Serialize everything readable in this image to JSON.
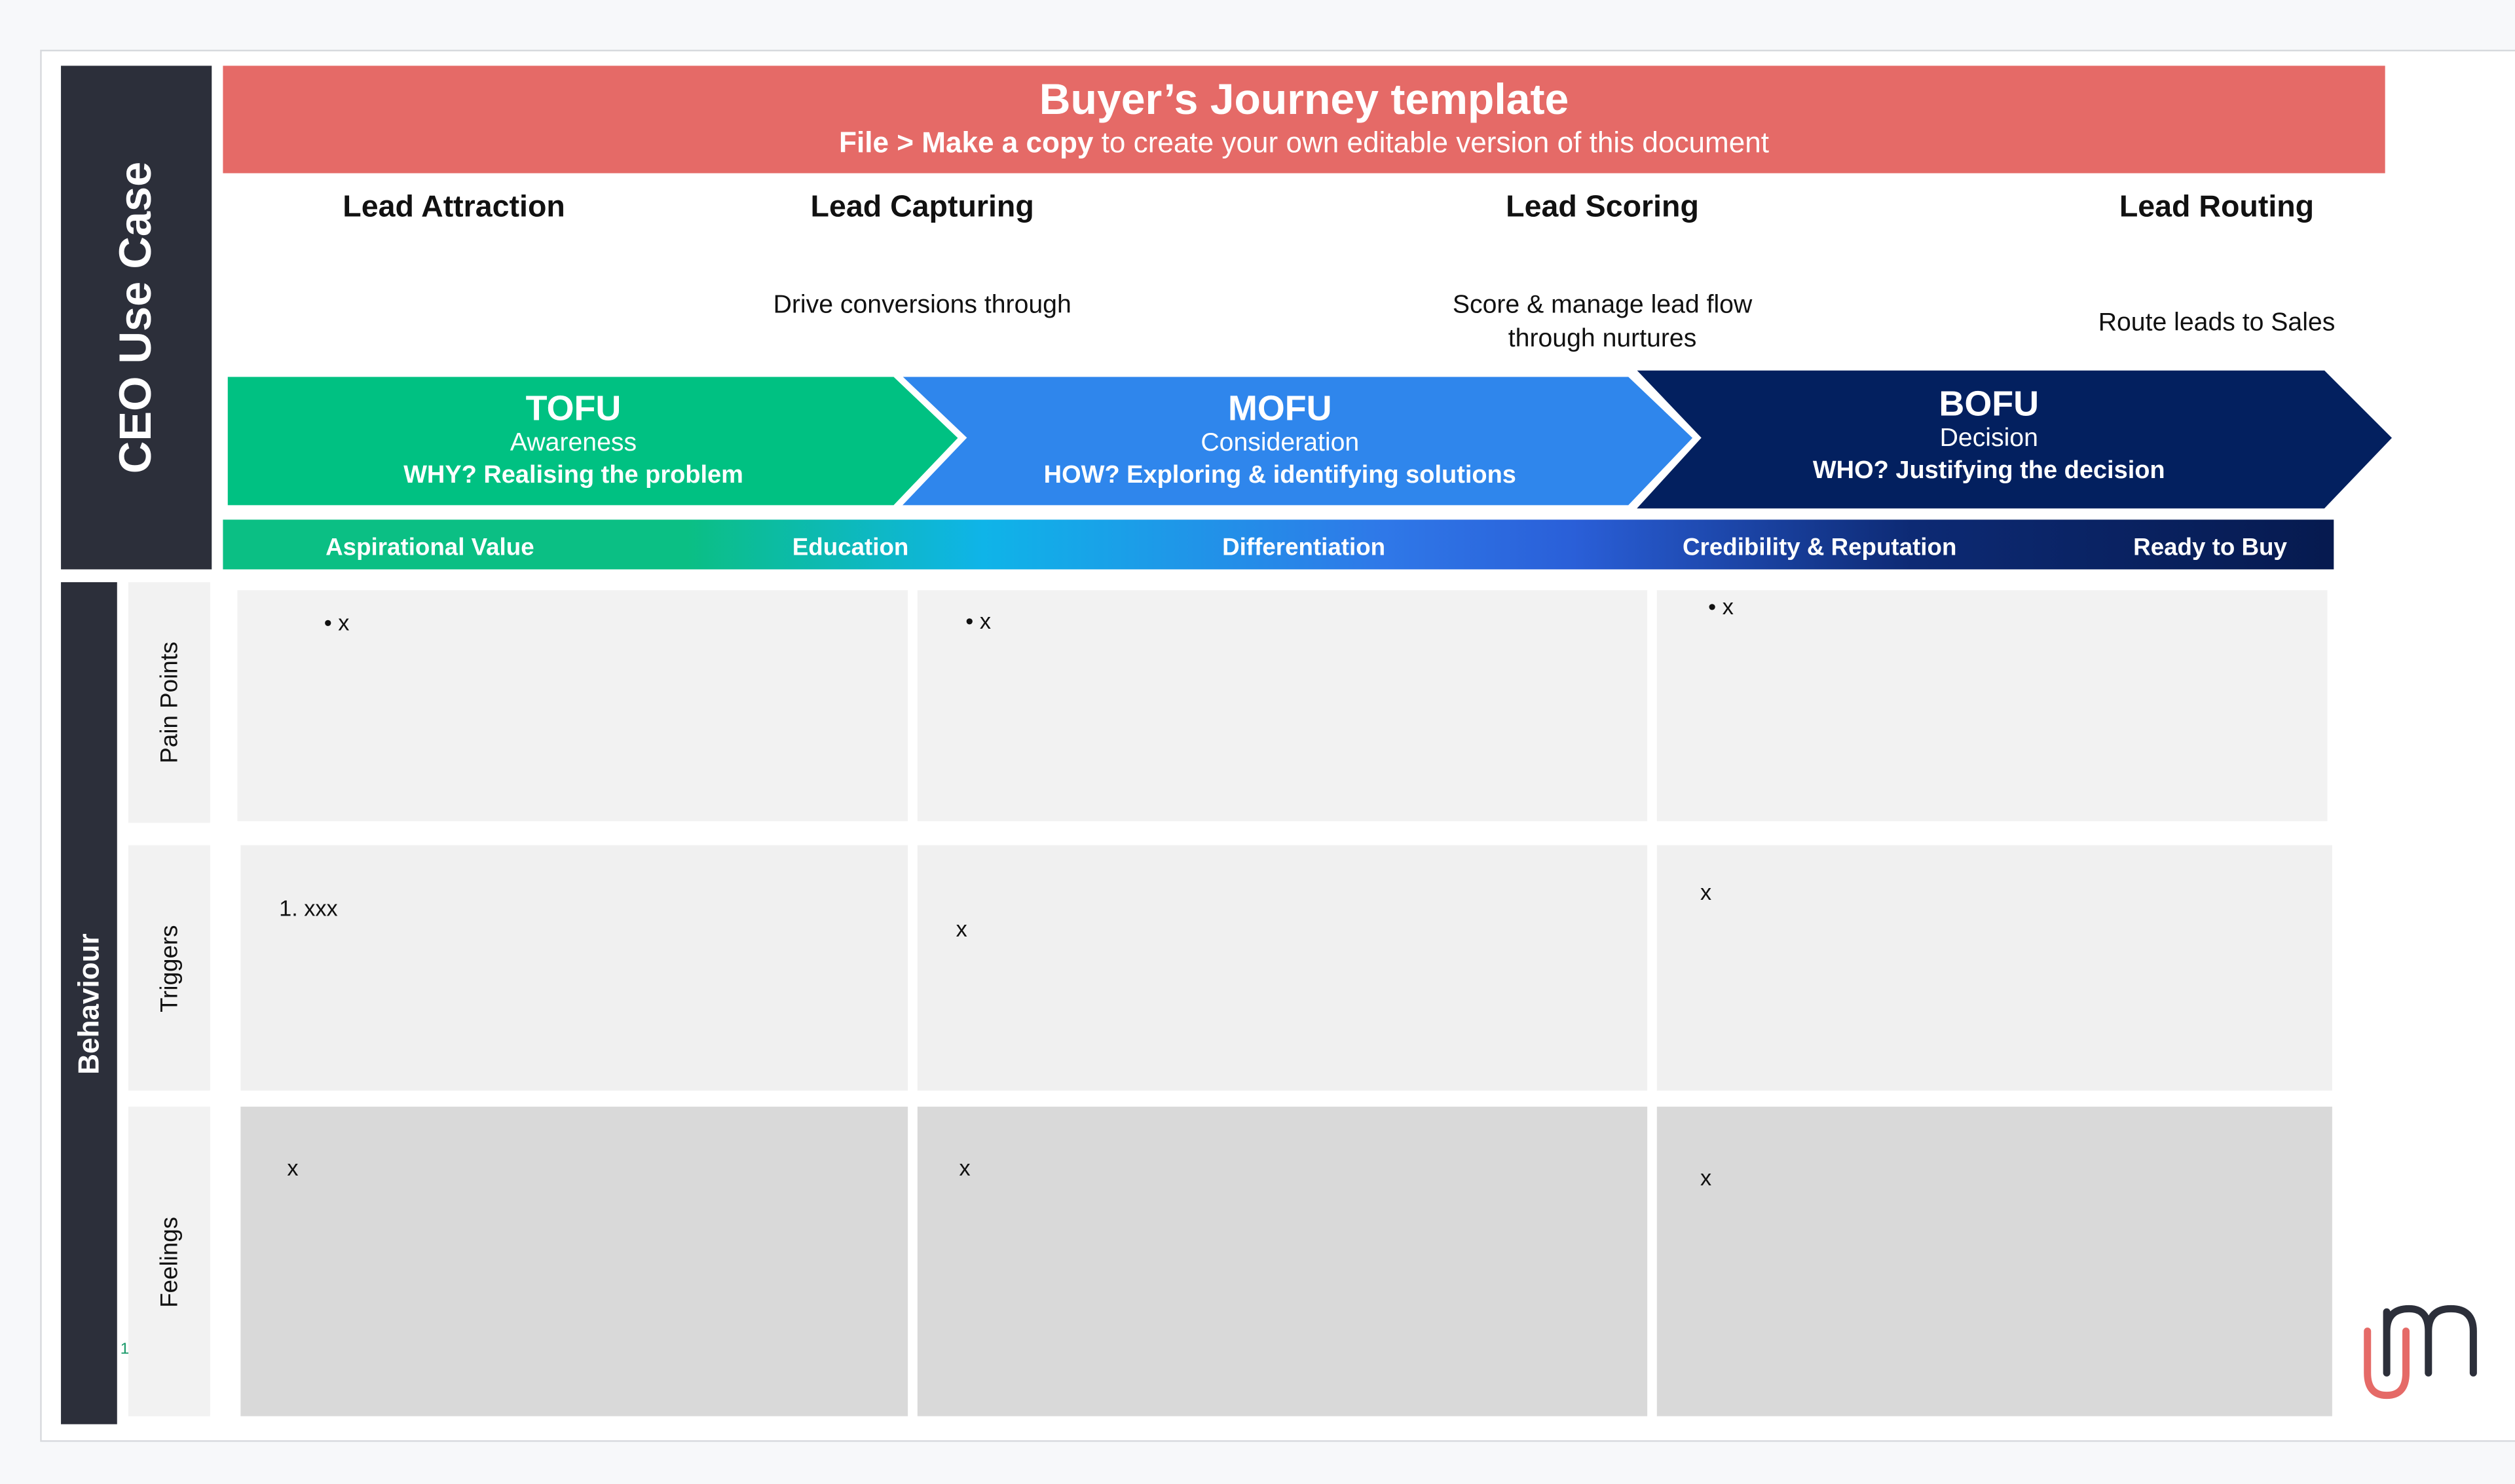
{
  "side_label": "CEO Use Case",
  "banner": {
    "title": "Buyer’s Journey template",
    "subtitle_bold": "File > Make a copy",
    "subtitle_rest": " to create your own editable version of this document"
  },
  "stages": [
    {
      "title": "Lead Attraction",
      "desc": ""
    },
    {
      "title": "Lead Capturing",
      "desc": "Drive conversions through"
    },
    {
      "title": "Lead Scoring",
      "desc": "Score & manage lead flow through nurtures"
    },
    {
      "title": "Lead Routing",
      "desc": "Route leads to Sales"
    }
  ],
  "funnels": [
    {
      "name": "TOFU",
      "stage": "Awareness",
      "question": "WHY?  Realising the problem",
      "color": "#00c182"
    },
    {
      "name": "MOFU",
      "stage": "Consideration",
      "question": "HOW? Exploring & identifying solutions",
      "color": "#2f86ec"
    },
    {
      "name": "BOFU",
      "stage": "Decision",
      "question": "WHO? Justifying the decision",
      "color": "#03205f"
    }
  ],
  "journey_bar": [
    "Aspirational Value",
    "Education",
    "Differentiation",
    "Credibility & Reputation",
    "Ready to Buy"
  ],
  "behaviour_label": "Behaviour",
  "rows": [
    {
      "label": "Pain Points",
      "cells": [
        "• x",
        "•  x",
        "•  x"
      ]
    },
    {
      "label": "Triggers",
      "cells": [
        "1. xxx",
        "x",
        "x"
      ]
    },
    {
      "label": "Feelings",
      "cells": [
        "x",
        "x",
        "x"
      ]
    }
  ],
  "page_number": "1",
  "colors": {
    "banner": "#e56a67",
    "dark": "#2c2f3a",
    "logo": "#e56a67"
  },
  "logo_icon": "um-logo-icon"
}
